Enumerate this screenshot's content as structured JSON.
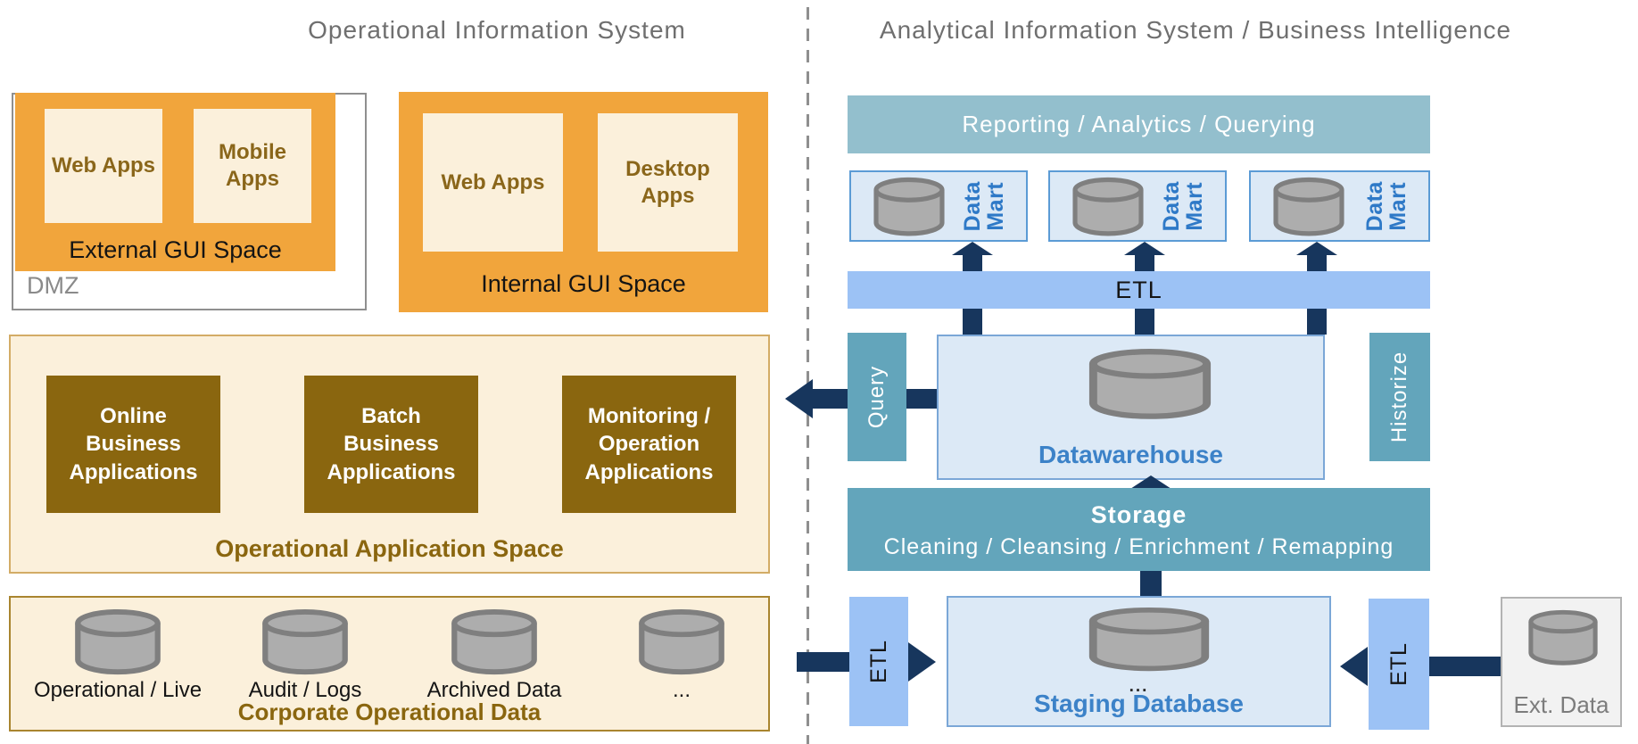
{
  "titles": {
    "left": "Operational Information System",
    "right": "Analytical Information System / Business Intelligence"
  },
  "left": {
    "dmz_label": "DMZ",
    "external_caption": "External GUI Space",
    "external_apps": [
      "Web Apps",
      "Mobile Apps"
    ],
    "internal_caption": "Internal GUI Space",
    "internal_apps": [
      "Web Apps",
      "Desktop Apps"
    ],
    "app_space_caption": "Operational Application Space",
    "app_boxes": [
      "Online Business Applications",
      "Batch Business Applications",
      "Monitoring / Operation Applications"
    ],
    "data_caption": "Corporate Operational Data",
    "data_labels": [
      "Operational / Live",
      "Audit / Logs",
      "Archived Data",
      "..."
    ]
  },
  "right": {
    "reporting": "Reporting / Analytics / Querying",
    "marts": [
      {
        "label": "Data\nMart"
      },
      {
        "label": "Data\nMart"
      },
      {
        "label": "Data\nMart"
      }
    ],
    "etl_bar": "ETL",
    "query": "Query",
    "historize": "Historize",
    "datawarehouse": "Datawarehouse",
    "storage_title": "Storage",
    "storage_subtitle": "Cleaning / Cleansing / Enrichment / Remapping",
    "staging_ellipsis": "...",
    "staging_label": "Staging Database",
    "etl_left": "ETL",
    "etl_right": "ETL",
    "ext_data": "Ext. Data"
  },
  "colors": {
    "orange": "#F1A53C",
    "cream": "#FBF0DB",
    "dark_gold": "#8A660F",
    "teal_bar": "#93BFCD",
    "teal_deep": "#63A5BB",
    "light_blue": "#9CC2F5",
    "pale_blue_fill": "#DCE9F6",
    "pale_blue_border": "#7BA7D7",
    "mart_border": "#5B9BD5",
    "navy_arrow": "#17365D",
    "blue_text": "#3C82C8",
    "gray_text": "#7c7c7c",
    "cylinder_fill": "#ADADAD",
    "cylinder_stroke": "#7F7F7F"
  }
}
